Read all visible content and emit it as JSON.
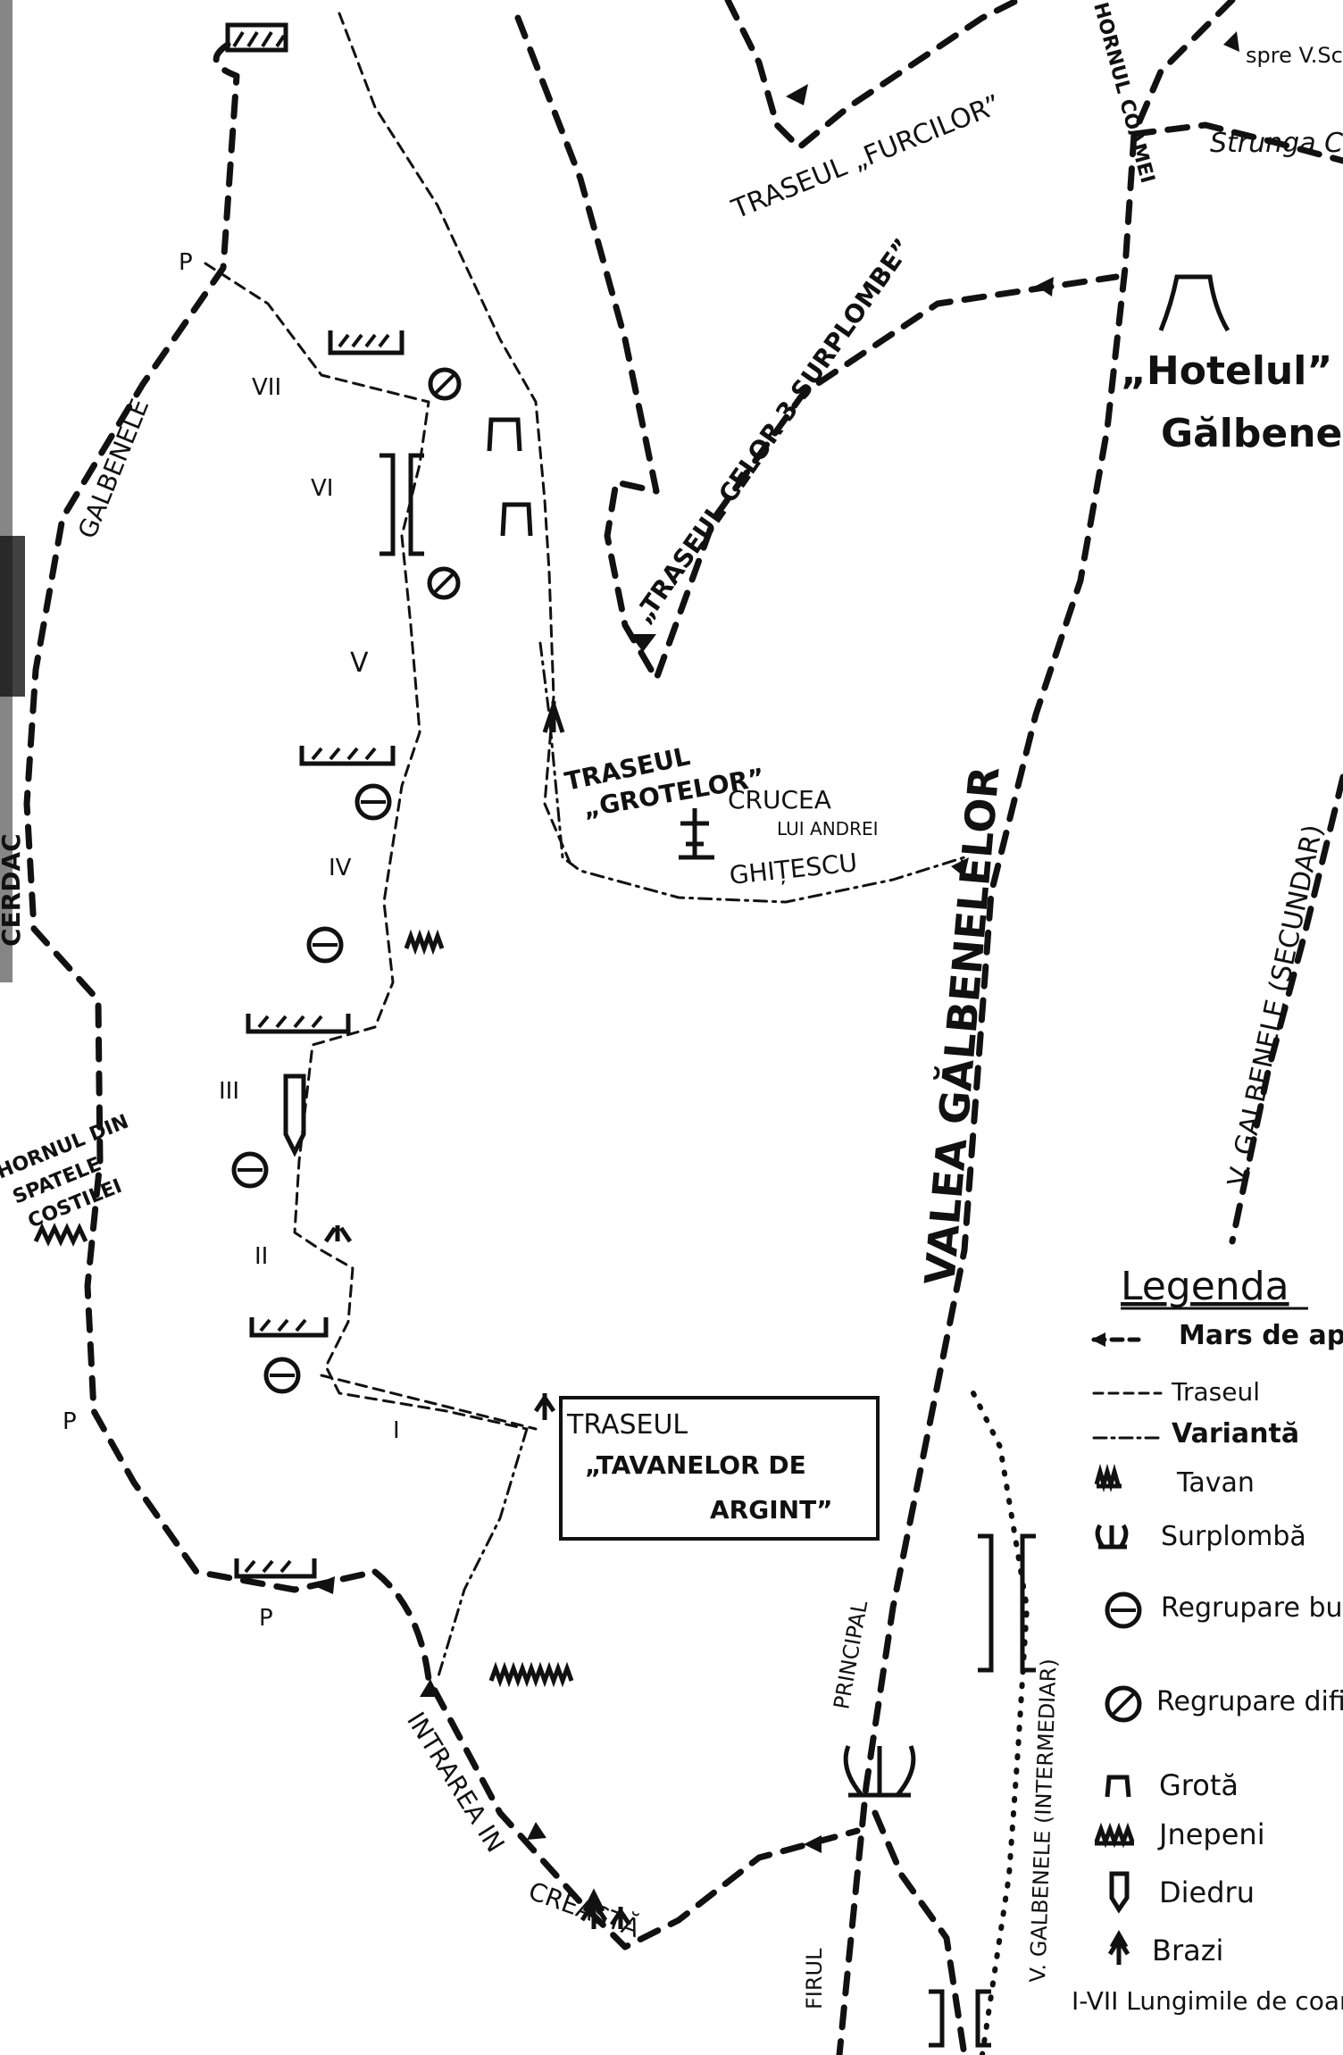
{
  "map": {
    "labels": {
      "traseul_furcilor": "TRASEUL „FURCILOR”",
      "hornul_coamei": "HORNUL COAMEI",
      "spre_v_scoruselor": "spre V.Scor",
      "strunga_coltilor": "Strunga Colților",
      "hotelul_1": "„Hotelul”",
      "hotelul_2": "Gălbene",
      "traseul_3_surplombe": "„TRASEUL CELOR 3 SURPLOMBE”",
      "galbenele_left": "GALBENELE",
      "traseul_grotelor_1": "TRASEUL",
      "traseul_grotelor_2": "„GROTELOR”",
      "crucea_1": "CRUCEA",
      "crucea_2": "LUI ANDREI",
      "crucea_3": "GHIȚESCU",
      "valea_galbenelelor": "VALEA GĂLBENELELOR",
      "v_galbenele_secundar": "V. GALBENELE (SECUNDAR)",
      "hornul_din_1": "HORNUL DIN",
      "hornul_din_2": "SPATELE",
      "hornul_din_3": "COSTILEI",
      "cerdac_left": "CERDAC",
      "traseul_box_1": "TRASEUL",
      "traseul_box_2": "„TAVANELOR DE",
      "traseul_box_3": "ARGINT”",
      "principal": "PRINCIPAL",
      "v_galbenele_intermediar": "V. GALBENELE (INTERMEDIAR)",
      "intrarea_1": "INTRAREA IN",
      "intrarea_2": "CREASTĂ",
      "firul": "FIRUL",
      "letter_p": "P"
    },
    "pitch_numbers": [
      "VII",
      "VI",
      "V",
      "IV",
      "III",
      "II",
      "I"
    ]
  },
  "legend": {
    "title": "Legenda",
    "items": [
      {
        "symbol": "arrow-path-icon",
        "text": "Mars de apropiere"
      },
      {
        "symbol": "dashed-line-icon",
        "text": "Traseul"
      },
      {
        "symbol": "dashdot-line-icon",
        "text": "Variantă"
      },
      {
        "symbol": "roof-icon",
        "text": "Tavan"
      },
      {
        "symbol": "overhang-icon",
        "text": "Surplombă"
      },
      {
        "symbol": "regroup-good-icon",
        "text": "Regrupare bună"
      },
      {
        "symbol": "regroup-hard-icon",
        "text": "Regrupare dificilă"
      },
      {
        "symbol": "cave-icon",
        "text": "Grotă"
      },
      {
        "symbol": "juniper-icon",
        "text": "Jnepeni"
      },
      {
        "symbol": "dihedral-icon",
        "text": "Diedru"
      },
      {
        "symbol": "fir-tree-icon",
        "text": "Brazi"
      },
      {
        "symbol": "pitch-length-icon",
        "text": "I-VII Lungimile de coardă"
      }
    ]
  }
}
